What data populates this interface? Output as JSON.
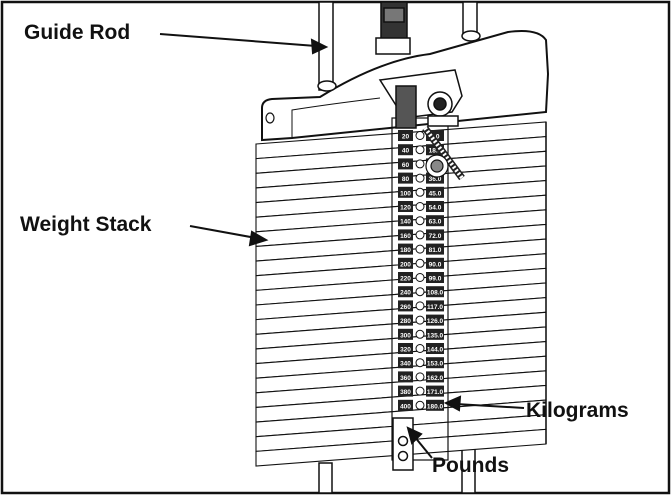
{
  "labels": {
    "guide_rod": "Guide Rod",
    "weight_stack": "Weight Stack",
    "kilograms": "Kilograms",
    "pounds": "Pounds"
  },
  "pounds_scale": [
    "20",
    "40",
    "60",
    "80",
    "100",
    "120",
    "140",
    "160",
    "180",
    "200",
    "220",
    "240",
    "260",
    "280",
    "300",
    "320",
    "340",
    "360",
    "380",
    "400"
  ],
  "kilograms_scale": [
    "9.0",
    "18.0",
    "27.0",
    "36.0",
    "45.0",
    "54.0",
    "63.0",
    "72.0",
    "81.0",
    "90.0",
    "99.0",
    "108.0",
    "117.0",
    "126.0",
    "135.0",
    "144.0",
    "153.0",
    "162.0",
    "171.0",
    "180.0"
  ],
  "colors": {
    "outline": "#111111",
    "plate": "#ffffff",
    "tag": "#222222",
    "tag_text": "#ffffff"
  }
}
